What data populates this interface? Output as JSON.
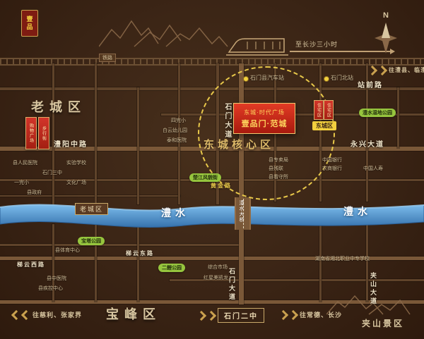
{
  "compass": {
    "label": "N"
  },
  "seal": {
    "text": "壹品"
  },
  "top": {
    "railway_label": "铁路",
    "train_caption": "至长沙三小时",
    "bus_station": "石门县汽车站",
    "rail_station": "石门北站",
    "road_zhanqian": "站前路",
    "dir_right": "往澧县、临澧"
  },
  "regions": {
    "old_town": "老城区",
    "old_town_badge": "老城区",
    "east_core": "东城核心区",
    "east_badge": "东城区",
    "baofeng": "宝峰区"
  },
  "project": {
    "line1": "东城·时代广场",
    "line2": "壹品门·范城"
  },
  "roads": {
    "shimen_ave": "石门大道",
    "shimen_ave_south": "石门大道",
    "liyang_middle": "澧阳中路",
    "yongxing_ave": "永兴大道",
    "huangjin_road": "黄金路",
    "tiyun_east": "梯云东路",
    "tiyun_west": "梯云西路",
    "jiashan_ave": "夹山大道",
    "bridge": "澧水大桥"
  },
  "river": {
    "left": "澧水",
    "right": "澧水"
  },
  "pois": {
    "people_hospital": "县人民医院",
    "experimental_school": "实验学校",
    "third_middle_school": "石门三中",
    "first_primary": "一完小",
    "culture_square": "文化广场",
    "county_gov": "县政府",
    "fourth_primary": "四完小",
    "baiyun_kindergarten": "白云幼儿园",
    "taihe_hospital": "泰和医院",
    "fengmao_street": "楚江风貌街",
    "monopoly_bureau": "县专卖局",
    "canlian": "县残联",
    "detention_house": "县看守所",
    "bank_of_china": "中国银行",
    "rural_bank": "农商银行",
    "china_life": "中国人寿",
    "wetland_park": "澧水湿地公园",
    "residential_1": "住宅区",
    "residential_2": "住宅区",
    "shopping_plaza": "购物广场",
    "walking_street": "步行街",
    "pagoda_park": "宝塔公园",
    "sports_center": "县体育中心",
    "erli_park": "二鲤公园",
    "market": "综合市场",
    "hongxing_mall": "红星美凯龙",
    "tcm_hospital": "县中医院",
    "cdc": "县疾控中心",
    "vocational_school": "湖南省湘北职业中专学校"
  },
  "bottom": {
    "dir_left": "往慈利、张家界",
    "school_no2": "石门二中",
    "dir_right": "往常德、长沙",
    "scenic": "夹山景区"
  }
}
